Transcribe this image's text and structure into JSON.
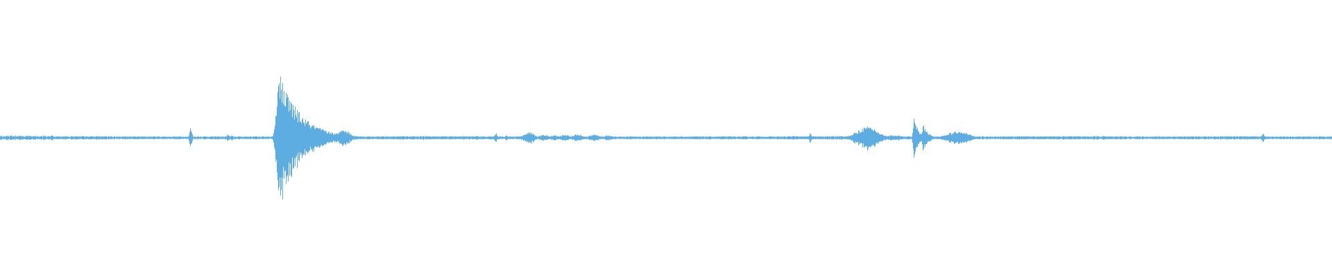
{
  "waveform": {
    "color": "#5dade2",
    "background": "#ffffff",
    "peak_amplitude": 1.0,
    "events": [
      {
        "t": 0.0,
        "amp": 0.04,
        "dur": 0.02,
        "kind": "noise"
      },
      {
        "t": 0.066,
        "amp": 0.03,
        "dur": 0.01,
        "kind": "noise"
      },
      {
        "t": 0.143,
        "amp": 0.16,
        "dur": 0.004,
        "kind": "click"
      },
      {
        "t": 0.171,
        "amp": 0.05,
        "dur": 0.004,
        "kind": "click"
      },
      {
        "t": 0.174,
        "amp": 0.04,
        "dur": 0.003,
        "kind": "click"
      },
      {
        "t": 0.209,
        "amp": 1.0,
        "dur": 0.018,
        "kind": "transient"
      },
      {
        "t": 0.22,
        "amp": 0.3,
        "dur": 0.006,
        "kind": "burst"
      },
      {
        "t": 0.232,
        "amp": 0.1,
        "dur": 0.006,
        "kind": "burst"
      },
      {
        "t": 0.238,
        "amp": 0.09,
        "dur": 0.006,
        "kind": "burst"
      },
      {
        "t": 0.258,
        "amp": 0.12,
        "dur": 0.006,
        "kind": "burst"
      },
      {
        "t": 0.335,
        "amp": 0.03,
        "dur": 0.02,
        "kind": "noise"
      },
      {
        "t": 0.372,
        "amp": 0.09,
        "dur": 0.003,
        "kind": "click"
      },
      {
        "t": 0.38,
        "amp": 0.04,
        "dur": 0.003,
        "kind": "click"
      },
      {
        "t": 0.397,
        "amp": 0.09,
        "dur": 0.005,
        "kind": "burst"
      },
      {
        "t": 0.408,
        "amp": 0.05,
        "dur": 0.004,
        "kind": "burst"
      },
      {
        "t": 0.416,
        "amp": 0.04,
        "dur": 0.004,
        "kind": "burst"
      },
      {
        "t": 0.424,
        "amp": 0.05,
        "dur": 0.004,
        "kind": "burst"
      },
      {
        "t": 0.433,
        "amp": 0.05,
        "dur": 0.005,
        "kind": "burst"
      },
      {
        "t": 0.446,
        "amp": 0.05,
        "dur": 0.005,
        "kind": "burst"
      },
      {
        "t": 0.456,
        "amp": 0.04,
        "dur": 0.004,
        "kind": "burst"
      },
      {
        "t": 0.608,
        "amp": 0.07,
        "dur": 0.003,
        "kind": "click"
      },
      {
        "t": 0.63,
        "amp": 0.03,
        "dur": 0.02,
        "kind": "noise"
      },
      {
        "t": 0.651,
        "amp": 0.17,
        "dur": 0.01,
        "kind": "burst"
      },
      {
        "t": 0.671,
        "amp": 0.04,
        "dur": 0.008,
        "kind": "burst"
      },
      {
        "t": 0.686,
        "amp": 0.3,
        "dur": 0.004,
        "kind": "transient"
      },
      {
        "t": 0.693,
        "amp": 0.2,
        "dur": 0.004,
        "kind": "transient"
      },
      {
        "t": 0.719,
        "amp": 0.1,
        "dur": 0.01,
        "kind": "burst"
      },
      {
        "t": 0.8,
        "amp": 0.03,
        "dur": 0.02,
        "kind": "noise"
      },
      {
        "t": 0.93,
        "amp": 0.03,
        "dur": 0.01,
        "kind": "noise"
      },
      {
        "t": 0.948,
        "amp": 0.07,
        "dur": 0.003,
        "kind": "click"
      }
    ]
  }
}
